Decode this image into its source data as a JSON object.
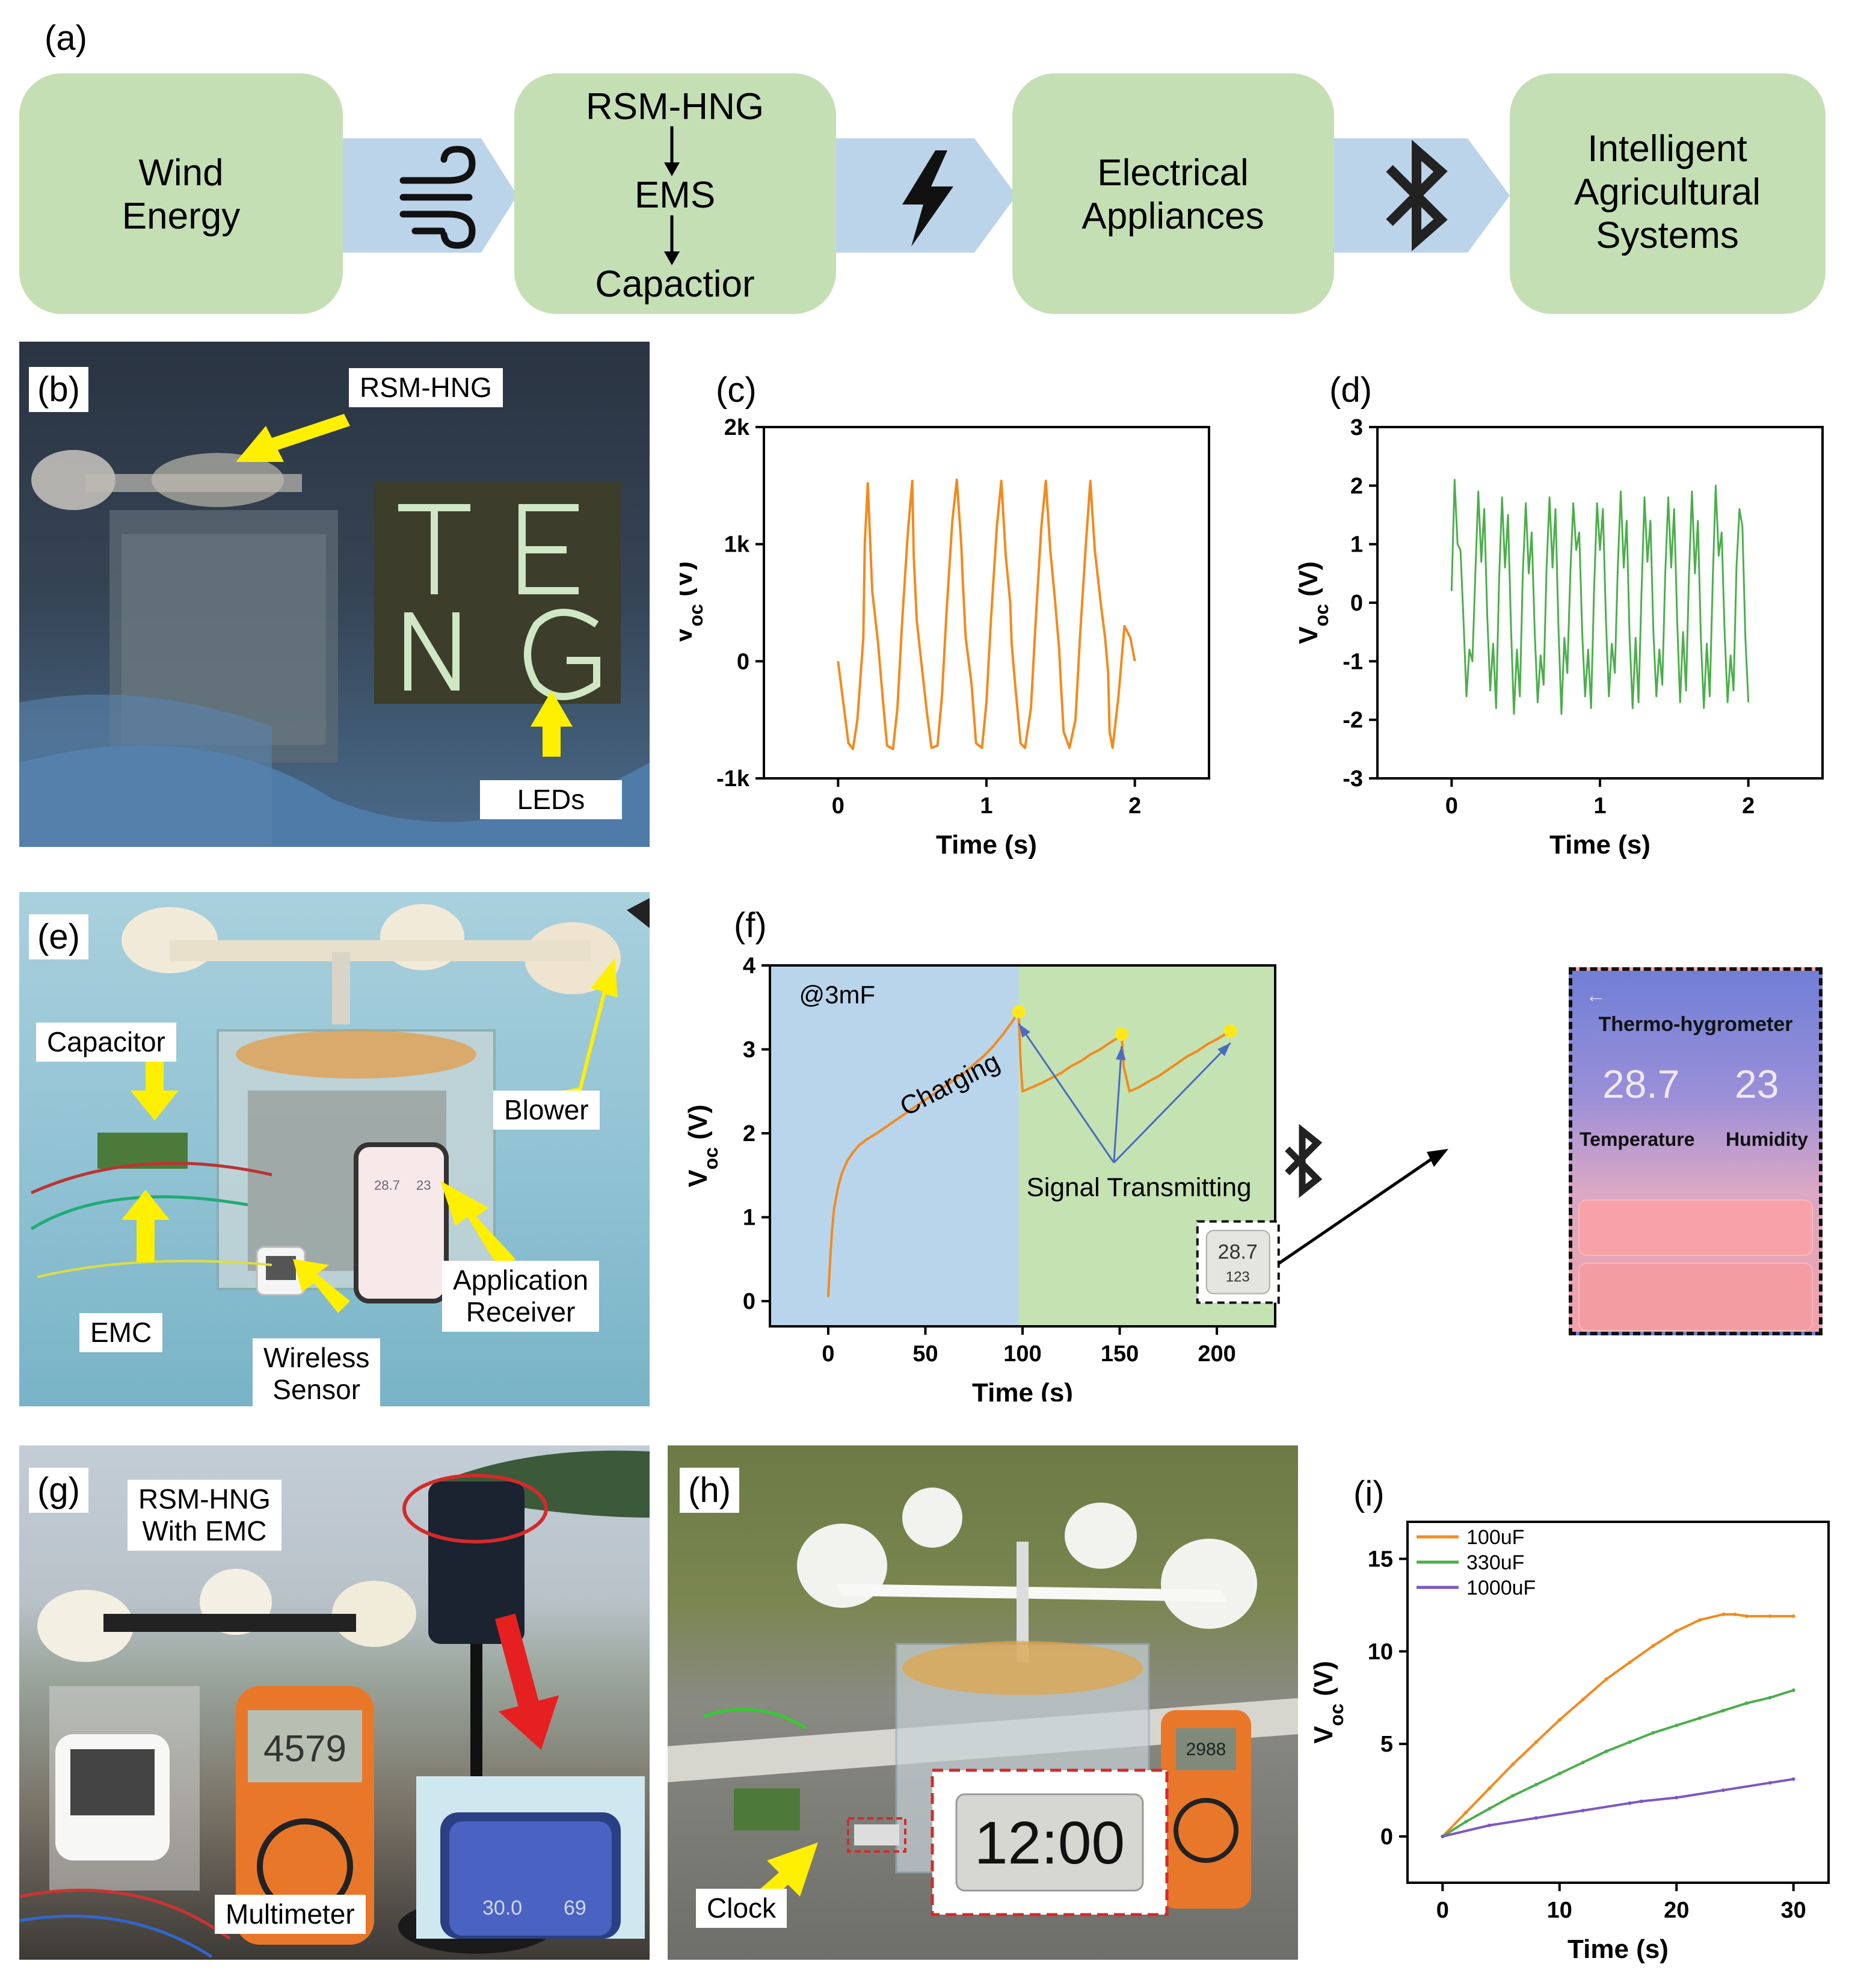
{
  "panel_a": {
    "label": "(a)",
    "boxes": [
      {
        "lines": [
          "Wind",
          "Energy"
        ]
      },
      {
        "lines": [
          "RSM-HNG",
          "EMS",
          "Capactior"
        ]
      },
      {
        "lines": [
          "Electrical",
          "Appliances"
        ]
      },
      {
        "lines": [
          "Intelligent",
          "Agricultural",
          "Systems"
        ]
      }
    ],
    "arrow_icons": [
      "wind-icon",
      "lightning-icon",
      "bluetooth-icon"
    ],
    "box_color": "#c5dfb5",
    "arrow_color": "#bcd4ea"
  },
  "panel_b": {
    "label": "(b)",
    "tags": {
      "top": "RSM-HNG",
      "bottom": "LEDs"
    },
    "sign_letters": [
      "T",
      "E",
      "N",
      "G"
    ]
  },
  "panel_e": {
    "label": "(e)",
    "tags": {
      "capacitor": "Capacitor",
      "blower": "Blower",
      "emc": "EMC",
      "sensor": [
        "Wireless",
        "Sensor"
      ],
      "receiver": [
        "Application",
        "Receiver"
      ]
    },
    "phone_values": [
      "28.7",
      "23"
    ]
  },
  "panel_g": {
    "label": "(g)",
    "tags": {
      "top": [
        "RSM-HNG",
        "With EMC"
      ],
      "bottom": "Multimeter"
    },
    "multimeter_value": "4579",
    "phone_values": [
      "30.0",
      "69"
    ]
  },
  "panel_h": {
    "label": "(h)",
    "tags": {
      "bottom": "Clock"
    },
    "clock_value": "12:00",
    "multimeter_value": "2988"
  },
  "charts": {
    "c_label": "(c)",
    "d_label": "(d)",
    "f_label": "(f)",
    "i_label": "(i)",
    "f_inset": {
      "title": "Thermo-hygrometer",
      "temperature_value": "28.7",
      "humidity_value": "23",
      "temperature_label": "Temperature",
      "humidity_label": "Humidity",
      "sensor_display": [
        "28.7",
        "123"
      ]
    }
  },
  "chart_data": [
    {
      "id": "c",
      "type": "line",
      "xlabel": "Time (s)",
      "ylabel": "V_oc (V)",
      "xlim": [
        -0.5,
        2.5
      ],
      "ylim": [
        -1000,
        2000
      ],
      "xticks": [
        "0",
        "1",
        "2"
      ],
      "yticks": [
        "-1k",
        "0",
        "1k",
        "2k"
      ],
      "color": "#f28a1e",
      "series": [
        {
          "x": [
            0,
            0.03,
            0.07,
            0.1,
            0.13,
            0.17,
            0.18,
            0.2,
            0.23,
            0.27,
            0.3,
            0.33,
            0.37,
            0.4,
            0.43,
            0.47,
            0.5,
            0.51,
            0.53,
            0.56,
            0.6,
            0.63,
            0.67,
            0.7,
            0.73,
            0.77,
            0.8,
            0.83,
            0.84,
            0.86,
            0.9,
            0.93,
            0.97,
            1.0,
            1.03,
            1.07,
            1.1,
            1.13,
            1.16,
            1.17,
            1.19,
            1.23,
            1.26,
            1.3,
            1.33,
            1.37,
            1.4,
            1.43,
            1.46,
            1.49,
            1.5,
            1.52,
            1.56,
            1.6,
            1.63,
            1.67,
            1.7,
            1.73,
            1.77,
            1.8,
            1.82,
            1.83,
            1.85,
            1.89,
            1.93,
            1.97,
            2.0
          ],
          "y": [
            0,
            -300,
            -700,
            -750,
            -500,
            200,
            1000,
            1520,
            600,
            150,
            -300,
            -720,
            -750,
            -400,
            300,
            1100,
            1540,
            900,
            350,
            0,
            -450,
            -740,
            -720,
            -300,
            400,
            1200,
            1550,
            1000,
            700,
            200,
            -200,
            -700,
            -740,
            -350,
            350,
            1150,
            1540,
            900,
            500,
            150,
            -150,
            -700,
            -740,
            -400,
            300,
            1150,
            1540,
            950,
            550,
            100,
            -150,
            -600,
            -740,
            -500,
            200,
            1000,
            1540,
            950,
            500,
            200,
            -100,
            -600,
            -740,
            -300,
            300,
            200,
            0
          ]
        }
      ]
    },
    {
      "id": "d",
      "type": "line",
      "xlabel": "Time (s)",
      "ylabel": "V_oc (V)",
      "xlim": [
        -0.5,
        2.5
      ],
      "ylim": [
        -3,
        3
      ],
      "xticks": [
        "0",
        "1",
        "2"
      ],
      "yticks": [
        "-3",
        "-2",
        "-1",
        "0",
        "1",
        "2",
        "3"
      ],
      "color": "#4cae4c",
      "series": [
        {
          "x": [
            0,
            0.02,
            0.04,
            0.06,
            0.08,
            0.1,
            0.12,
            0.14,
            0.16,
            0.18,
            0.2,
            0.22,
            0.24,
            0.26,
            0.28,
            0.3,
            0.32,
            0.34,
            0.36,
            0.38,
            0.4,
            0.42,
            0.44,
            0.46,
            0.48,
            0.5,
            0.52,
            0.54,
            0.56,
            0.58,
            0.6,
            0.62,
            0.64,
            0.66,
            0.68,
            0.7,
            0.72,
            0.74,
            0.76,
            0.78,
            0.8,
            0.82,
            0.84,
            0.86,
            0.88,
            0.9,
            0.92,
            0.94,
            0.96,
            0.98,
            1.0,
            1.02,
            1.04,
            1.06,
            1.08,
            1.1,
            1.12,
            1.14,
            1.16,
            1.18,
            1.2,
            1.22,
            1.24,
            1.26,
            1.28,
            1.3,
            1.32,
            1.34,
            1.36,
            1.38,
            1.4,
            1.42,
            1.44,
            1.46,
            1.48,
            1.5,
            1.52,
            1.54,
            1.56,
            1.58,
            1.6,
            1.62,
            1.64,
            1.66,
            1.68,
            1.7,
            1.72,
            1.74,
            1.76,
            1.78,
            1.8,
            1.82,
            1.84,
            1.86,
            1.88,
            1.9,
            1.92,
            1.94,
            1.96,
            1.98,
            2.0
          ],
          "y": [
            0.2,
            2.1,
            1.0,
            0.9,
            -0.3,
            -1.6,
            -0.8,
            -1.0,
            0.5,
            1.9,
            0.7,
            1.6,
            -0.2,
            -1.5,
            -0.7,
            -1.8,
            0.4,
            1.8,
            0.6,
            1.5,
            -0.4,
            -1.9,
            -0.8,
            -1.6,
            0.5,
            1.7,
            0.5,
            1.2,
            -0.5,
            -1.7,
            -0.9,
            -1.4,
            0.6,
            1.8,
            0.6,
            1.6,
            -0.4,
            -1.9,
            -0.6,
            -1.2,
            0.5,
            1.7,
            0.9,
            1.2,
            -0.5,
            -1.6,
            -0.8,
            -1.8,
            0.2,
            1.7,
            0.9,
            1.6,
            -0.3,
            -1.6,
            -0.7,
            -1.2,
            0.6,
            1.9,
            0.6,
            1.4,
            -0.6,
            -1.8,
            -0.6,
            -1.7,
            0.2,
            1.8,
            0.7,
            1.4,
            -0.5,
            -1.6,
            -0.8,
            -1.4,
            0.5,
            1.8,
            0.6,
            1.6,
            -0.3,
            -1.7,
            -0.5,
            -1.5,
            0.5,
            1.9,
            0.5,
            1.4,
            -0.6,
            -1.8,
            -0.7,
            -1.6,
            0.4,
            2.0,
            0.8,
            1.2,
            -0.5,
            -1.7,
            -0.9,
            -1.5,
            0.6,
            1.6,
            1.3,
            -0.6,
            -1.7
          ]
        }
      ]
    },
    {
      "id": "f",
      "type": "line",
      "xlabel": "Time (s)",
      "ylabel": "V_oc (V)",
      "xlim": [
        -30,
        230
      ],
      "ylim": [
        -0.3,
        4
      ],
      "xticks": [
        "0",
        "50",
        "100",
        "150",
        "200"
      ],
      "yticks": [
        "0",
        "1",
        "2",
        "3",
        "4"
      ],
      "color": "#f28a1e",
      "annotations": [
        "@3mF",
        "Charging",
        "Signal Transmitting"
      ],
      "regions": [
        {
          "from": -30,
          "to": 98,
          "color": "#b9d5ec"
        },
        {
          "from": 98,
          "to": 230,
          "color": "#c5e2b3"
        }
      ],
      "markers": [
        {
          "x": 98,
          "y": 3.45
        },
        {
          "x": 151,
          "y": 3.18
        },
        {
          "x": 207,
          "y": 3.22
        }
      ],
      "series": [
        {
          "x": [
            0,
            1,
            2,
            3,
            5,
            7,
            10,
            13,
            16,
            20,
            25,
            30,
            35,
            40,
            45,
            50,
            55,
            60,
            65,
            70,
            75,
            80,
            85,
            90,
            95,
            98,
            99,
            100,
            105,
            110,
            115,
            120,
            125,
            130,
            135,
            140,
            145,
            150,
            151,
            152,
            155,
            160,
            165,
            170,
            175,
            180,
            185,
            190,
            195,
            200,
            205,
            207
          ],
          "y": [
            0.05,
            0.5,
            0.85,
            1.1,
            1.35,
            1.52,
            1.68,
            1.78,
            1.86,
            1.93,
            2.0,
            2.08,
            2.16,
            2.24,
            2.32,
            2.4,
            2.48,
            2.56,
            2.64,
            2.72,
            2.82,
            2.92,
            3.04,
            3.18,
            3.34,
            3.45,
            2.85,
            2.5,
            2.55,
            2.6,
            2.66,
            2.72,
            2.8,
            2.86,
            2.94,
            3.0,
            3.08,
            3.15,
            3.18,
            2.8,
            2.5,
            2.55,
            2.62,
            2.68,
            2.76,
            2.84,
            2.92,
            2.98,
            3.06,
            3.12,
            3.19,
            3.22
          ]
        }
      ]
    },
    {
      "id": "i",
      "type": "line",
      "xlabel": "Time (s)",
      "ylabel": "V_oc (V)",
      "xlim": [
        -3,
        33
      ],
      "ylim": [
        -2.5,
        17
      ],
      "xticks": [
        "0",
        "10",
        "20",
        "30"
      ],
      "yticks": [
        "0",
        "5",
        "10",
        "15"
      ],
      "legend": "top-left",
      "series": [
        {
          "name": "100uF",
          "color": "#f28a1e",
          "x": [
            0,
            2,
            4,
            6,
            8,
            10,
            12,
            14,
            16,
            18,
            20,
            22,
            24,
            25,
            26,
            28,
            30
          ],
          "y": [
            0,
            1.3,
            2.6,
            3.9,
            5.1,
            6.3,
            7.4,
            8.5,
            9.4,
            10.3,
            11.1,
            11.7,
            12.0,
            12.0,
            11.9,
            11.9,
            11.9
          ]
        },
        {
          "name": "330uF",
          "color": "#4cae4c",
          "x": [
            0,
            2,
            4,
            6,
            8,
            10,
            12,
            14,
            16,
            18,
            20,
            22,
            24,
            26,
            28,
            30
          ],
          "y": [
            0,
            0.8,
            1.5,
            2.2,
            2.8,
            3.4,
            4.0,
            4.6,
            5.1,
            5.6,
            6.0,
            6.4,
            6.8,
            7.2,
            7.5,
            7.9
          ]
        },
        {
          "name": "1000uF",
          "color": "#7e57c2",
          "x": [
            0,
            4,
            8,
            12,
            16,
            17,
            20,
            24,
            28,
            30
          ],
          "y": [
            0,
            0.6,
            1.0,
            1.4,
            1.8,
            1.9,
            2.1,
            2.5,
            2.9,
            3.1
          ]
        }
      ]
    }
  ]
}
